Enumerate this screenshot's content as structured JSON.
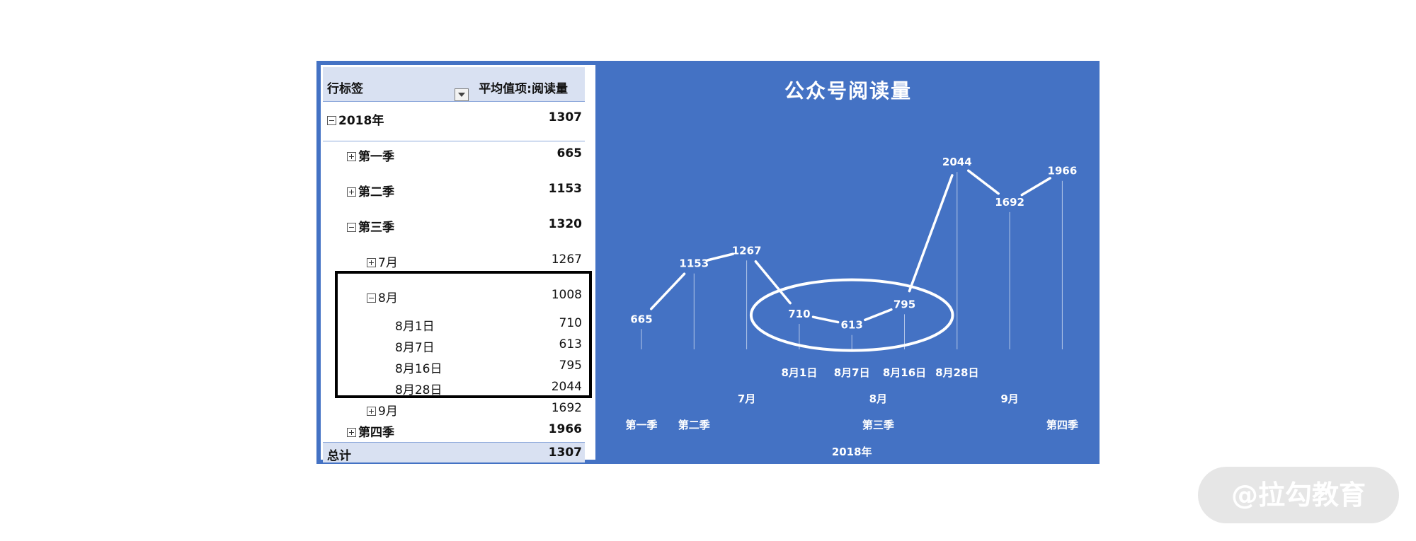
{
  "pivot": {
    "header": {
      "row_label": "行标签",
      "value_label": "平均值项:阅读量"
    },
    "rows": [
      {
        "label": "2018年",
        "value": "1307"
      },
      {
        "label": "第一季",
        "value": "665"
      },
      {
        "label": "第二季",
        "value": "1153"
      },
      {
        "label": "第三季",
        "value": "1320"
      },
      {
        "label": "7月",
        "value": "1267"
      },
      {
        "label": "8月",
        "value": "1008"
      },
      {
        "label": "8月1日",
        "value": "710"
      },
      {
        "label": "8月7日",
        "value": "613"
      },
      {
        "label": "8月16日",
        "value": "795"
      },
      {
        "label": "8月28日",
        "value": "2044"
      },
      {
        "label": "9月",
        "value": "1692"
      },
      {
        "label": "第四季",
        "value": "1966"
      }
    ],
    "total": {
      "label": "总计",
      "value": "1307"
    }
  },
  "chart_data": {
    "type": "line",
    "title": "公众号阅读量",
    "series": [
      {
        "values": [
          665,
          1153,
          1267,
          710,
          613,
          795,
          2044,
          1692,
          1966
        ]
      }
    ],
    "x_categories_level1": [
      "第一季",
      "第二季",
      "7月",
      "8月1日",
      "8月7日",
      "8月16日",
      "8月28日",
      "9月",
      "第四季"
    ],
    "x_categories_level2": [
      "7月",
      "8月",
      "9月"
    ],
    "x_categories_level3": [
      "第一季",
      "第二季",
      "第三季",
      "第四季"
    ],
    "x_categories_level4": [
      "2018年"
    ],
    "data_labels": true,
    "drop_lines": true,
    "annotation": "ellipse around 8月1日, 8月7日, 8月16日",
    "colors": {
      "background": "#4472c4",
      "line": "#ffffff",
      "text": "#ffffff"
    }
  },
  "watermark": "@拉勾教育"
}
